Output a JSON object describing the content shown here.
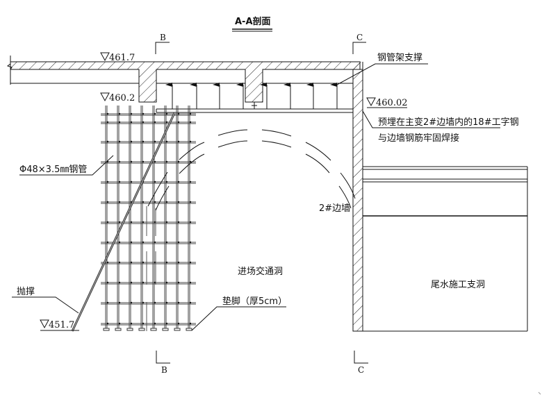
{
  "title": "A-A剖面",
  "section_marks": {
    "b_top": "B",
    "b_bottom": "B",
    "c_top": "C",
    "c_bottom": "C"
  },
  "elevations": {
    "slab_top": "461.7",
    "beam_bottom": "460.2",
    "support_level": "460.02",
    "ground": "451.7"
  },
  "callouts": {
    "steel_pipe_support": "钢管架支撑",
    "embedded_beam_line1": "预埋在主变2#边墙内的18#工字钢",
    "embedded_beam_line2": "与边墙钢筋牢固焊接",
    "steel_pipe_spec": "Φ48×3.5㎜钢管",
    "side_wall": "2#边墙",
    "diagonal_brace": "抛撑",
    "base_pad": "垫脚（厚5cm）"
  },
  "regions": {
    "access_tunnel": "进场交通洞",
    "tailrace_adit": "尾水施工支洞"
  }
}
